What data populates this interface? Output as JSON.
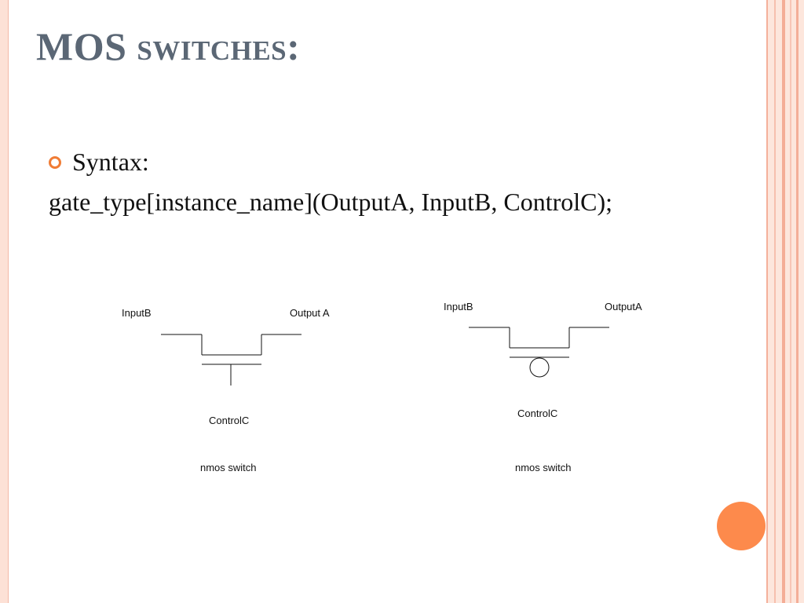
{
  "slide": {
    "title_main": "MOS",
    "title_small": "switches:",
    "bullet": "Syntax:",
    "syntax": "gate_type[instance_name](OutputA, InputB, ControlC);"
  },
  "diagram_left": {
    "input_label": "InputB",
    "output_label": "Output A",
    "control_label": "ControlC",
    "caption": "nmos switch"
  },
  "diagram_right": {
    "input_label": "InputB",
    "output_label": "OutputA",
    "control_label": "ControlC",
    "caption": "nmos switch"
  },
  "colors": {
    "accent": "#f07c35",
    "title": "#5b6775",
    "dot": "#fd8a4c"
  }
}
